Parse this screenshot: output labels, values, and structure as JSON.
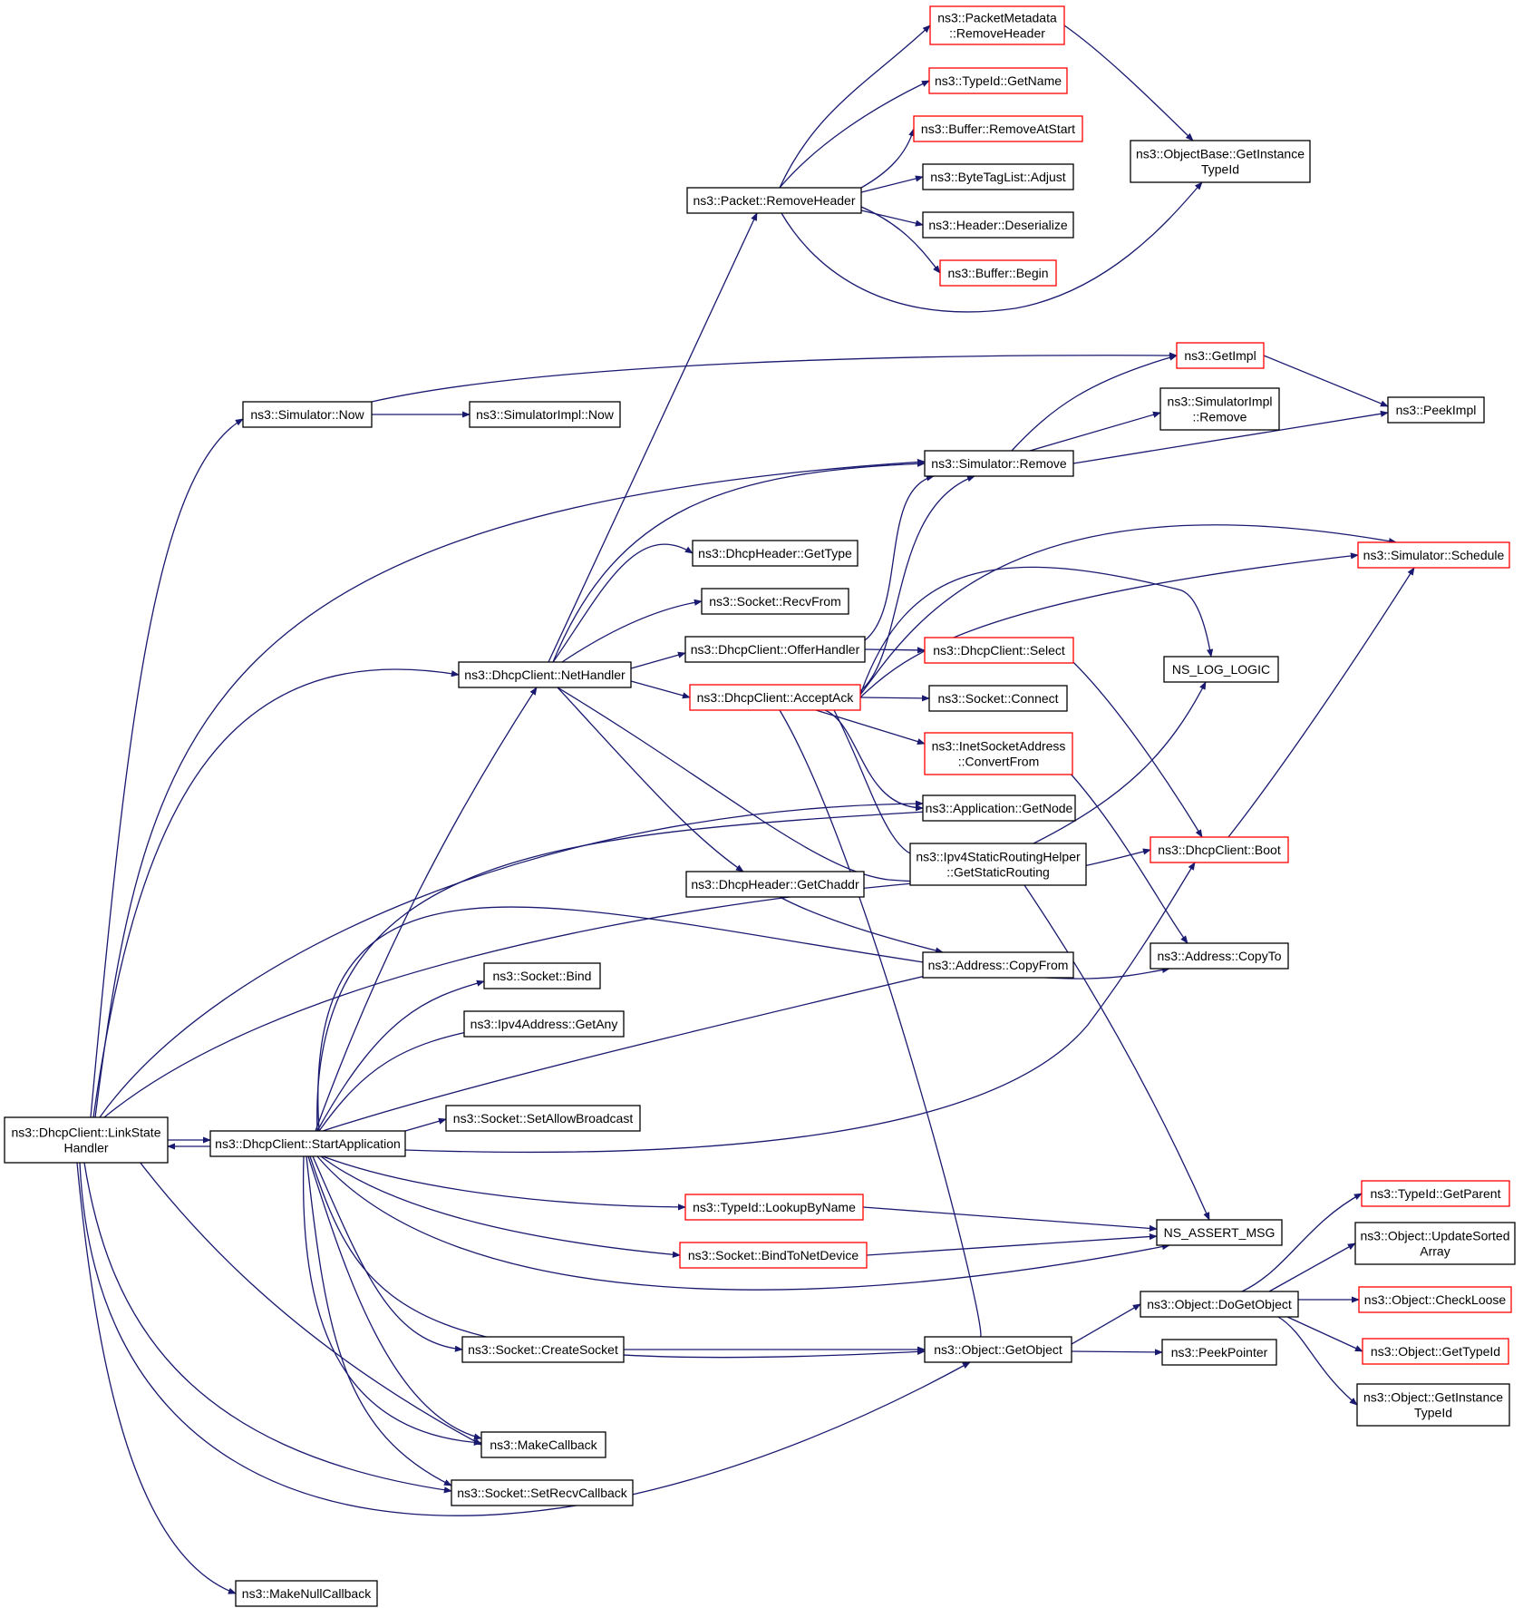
{
  "colors": {
    "edge": "#191970",
    "node_border": "#000000",
    "node_border_external": "#ff0000",
    "focus_fill": "#bfbfbf",
    "background": "#ffffff"
  },
  "nodes": {
    "linkstate": {
      "lines": [
        "ns3::DhcpClient::LinkState",
        "Handler"
      ],
      "kind": "focus"
    },
    "startapp": {
      "lines": [
        "ns3::DhcpClient::StartApplication"
      ],
      "kind": "normal"
    },
    "netHandler": {
      "lines": [
        "ns3::DhcpClient::NetHandler"
      ],
      "kind": "normal"
    },
    "simNow": {
      "lines": [
        "ns3::Simulator::Now"
      ],
      "kind": "normal"
    },
    "simImplNow": {
      "lines": [
        "ns3::SimulatorImpl::Now"
      ],
      "kind": "normal"
    },
    "getImpl": {
      "lines": [
        "ns3::GetImpl"
      ],
      "kind": "external"
    },
    "peekImpl": {
      "lines": [
        "ns3::PeekImpl"
      ],
      "kind": "normal"
    },
    "simRemove": {
      "lines": [
        "ns3::Simulator::Remove"
      ],
      "kind": "normal"
    },
    "simImplRemove": {
      "lines": [
        "ns3::SimulatorImpl",
        "::Remove"
      ],
      "kind": "normal"
    },
    "pktMetaRemove": {
      "lines": [
        "ns3::PacketMetadata",
        "::RemoveHeader"
      ],
      "kind": "external"
    },
    "typeIdGetName": {
      "lines": [
        "ns3::TypeId::GetName"
      ],
      "kind": "external"
    },
    "bufRemoveAtStart": {
      "lines": [
        "ns3::Buffer::RemoveAtStart"
      ],
      "kind": "external"
    },
    "byteTagAdjust": {
      "lines": [
        "ns3::ByteTagList::Adjust"
      ],
      "kind": "normal"
    },
    "headerDeser": {
      "lines": [
        "ns3::Header::Deserialize"
      ],
      "kind": "normal"
    },
    "bufBegin": {
      "lines": [
        "ns3::Buffer::Begin"
      ],
      "kind": "external"
    },
    "objBaseGetIid": {
      "lines": [
        "ns3::ObjectBase::GetInstance",
        "TypeId"
      ],
      "kind": "normal"
    },
    "pktRemoveHeader": {
      "lines": [
        "ns3::Packet::RemoveHeader"
      ],
      "kind": "normal"
    },
    "dhcpGetType": {
      "lines": [
        "ns3::DhcpHeader::GetType"
      ],
      "kind": "normal"
    },
    "sockRecvFrom": {
      "lines": [
        "ns3::Socket::RecvFrom"
      ],
      "kind": "normal"
    },
    "offerHandler": {
      "lines": [
        "ns3::DhcpClient::OfferHandler"
      ],
      "kind": "normal"
    },
    "acceptAck": {
      "lines": [
        "ns3::DhcpClient::AcceptAck"
      ],
      "kind": "external"
    },
    "dhcpSelect": {
      "lines": [
        "ns3::DhcpClient::Select"
      ],
      "kind": "external"
    },
    "simSchedule": {
      "lines": [
        "ns3::Simulator::Schedule"
      ],
      "kind": "external"
    },
    "nsLogLogic": {
      "lines": [
        "NS_LOG_LOGIC"
      ],
      "kind": "normal"
    },
    "sockConnect": {
      "lines": [
        "ns3::Socket::Connect"
      ],
      "kind": "normal"
    },
    "inetConvert": {
      "lines": [
        "ns3::InetSocketAddress",
        "::ConvertFrom"
      ],
      "kind": "external"
    },
    "appGetNode": {
      "lines": [
        "ns3::Application::GetNode"
      ],
      "kind": "normal"
    },
    "ipv4Static": {
      "lines": [
        "ns3::Ipv4StaticRoutingHelper",
        "::GetStaticRouting"
      ],
      "kind": "normal"
    },
    "dhcpBoot": {
      "lines": [
        "ns3::DhcpClient::Boot"
      ],
      "kind": "external"
    },
    "dhcpGetChaddr": {
      "lines": [
        "ns3::DhcpHeader::GetChaddr"
      ],
      "kind": "normal"
    },
    "addrCopyFrom": {
      "lines": [
        "ns3::Address::CopyFrom"
      ],
      "kind": "normal"
    },
    "addrCopyTo": {
      "lines": [
        "ns3::Address::CopyTo"
      ],
      "kind": "normal"
    },
    "sockBind": {
      "lines": [
        "ns3::Socket::Bind"
      ],
      "kind": "normal"
    },
    "ipv4GetAny": {
      "lines": [
        "ns3::Ipv4Address::GetAny"
      ],
      "kind": "normal"
    },
    "sockAllowBcast": {
      "lines": [
        "ns3::Socket::SetAllowBroadcast"
      ],
      "kind": "normal"
    },
    "typeIdLookup": {
      "lines": [
        "ns3::TypeId::LookupByName"
      ],
      "kind": "external"
    },
    "sockBindToDev": {
      "lines": [
        "ns3::Socket::BindToNetDevice"
      ],
      "kind": "external"
    },
    "nsAssertMsg": {
      "lines": [
        "NS_ASSERT_MSG"
      ],
      "kind": "normal"
    },
    "sockCreate": {
      "lines": [
        "ns3::Socket::CreateSocket"
      ],
      "kind": "normal"
    },
    "objGetObject": {
      "lines": [
        "ns3::Object::GetObject"
      ],
      "kind": "normal"
    },
    "objDoGetObject": {
      "lines": [
        "ns3::Object::DoGetObject"
      ],
      "kind": "normal"
    },
    "peekPointer": {
      "lines": [
        "ns3::PeekPointer"
      ],
      "kind": "normal"
    },
    "typeIdGetParent": {
      "lines": [
        "ns3::TypeId::GetParent"
      ],
      "kind": "external"
    },
    "objUpdateSorted": {
      "lines": [
        "ns3::Object::UpdateSorted",
        "Array"
      ],
      "kind": "normal"
    },
    "objCheckLoose": {
      "lines": [
        "ns3::Object::CheckLoose"
      ],
      "kind": "external"
    },
    "objGetTypeId": {
      "lines": [
        "ns3::Object::GetTypeId"
      ],
      "kind": "external"
    },
    "objGetIid": {
      "lines": [
        "ns3::Object::GetInstance",
        "TypeId"
      ],
      "kind": "normal"
    },
    "makeCallback": {
      "lines": [
        "ns3::MakeCallback"
      ],
      "kind": "normal"
    },
    "sockSetRecvCb": {
      "lines": [
        "ns3::Socket::SetRecvCallback"
      ],
      "kind": "normal"
    },
    "makeNullCb": {
      "lines": [
        "ns3::MakeNullCallback"
      ],
      "kind": "normal"
    }
  }
}
